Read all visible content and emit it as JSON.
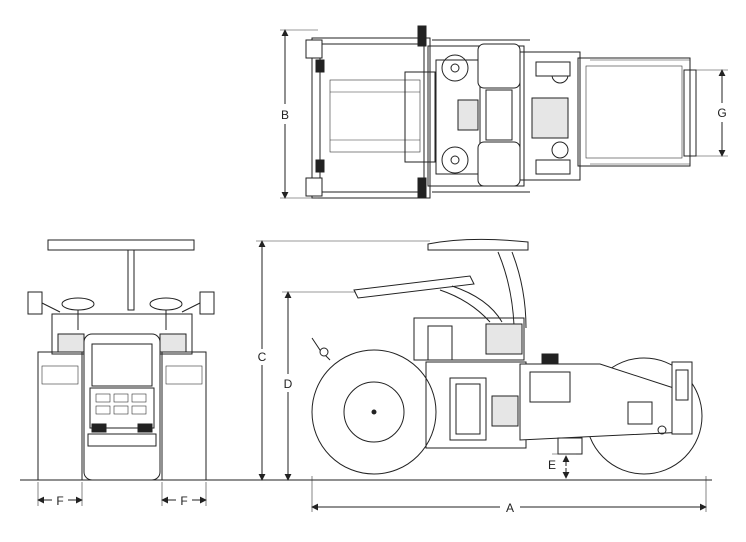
{
  "dimension_labels": {
    "A": "A",
    "B": "B",
    "C": "C",
    "D": "D",
    "E": "E",
    "F_left": "F",
    "F_right": "F",
    "G": "G"
  }
}
